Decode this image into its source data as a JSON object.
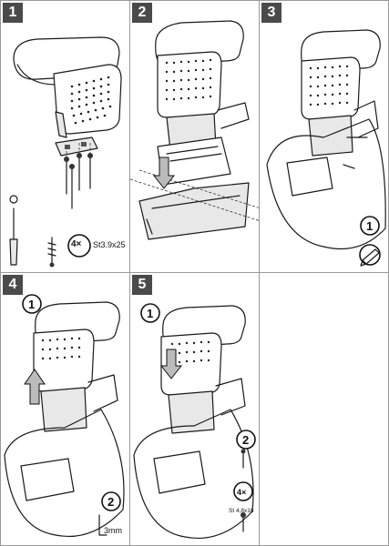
{
  "steps": [
    {
      "number": "1",
      "callout_qty": "4×",
      "callout_spec": "St3.9x25"
    },
    {
      "number": "2"
    },
    {
      "number": "3",
      "sub_step": "1"
    },
    {
      "number": "4",
      "sub_step_a": "1",
      "sub_step_b": "2",
      "tool_label": "3mm"
    },
    {
      "number": "5",
      "sub_step_a": "1",
      "sub_step_b": "2",
      "callout_qty": "4×",
      "callout_spec": "St 4,8x16"
    }
  ],
  "colors": {
    "badge": "#4a4a4a",
    "border": "#9a9a9a",
    "line": "#1a1a1a"
  },
  "icons": [
    "armrest-illustration",
    "screwdriver-icon",
    "screw-icon",
    "arrow-down-icon",
    "arrow-up-icon",
    "pen-icon",
    "hex-key-icon"
  ]
}
